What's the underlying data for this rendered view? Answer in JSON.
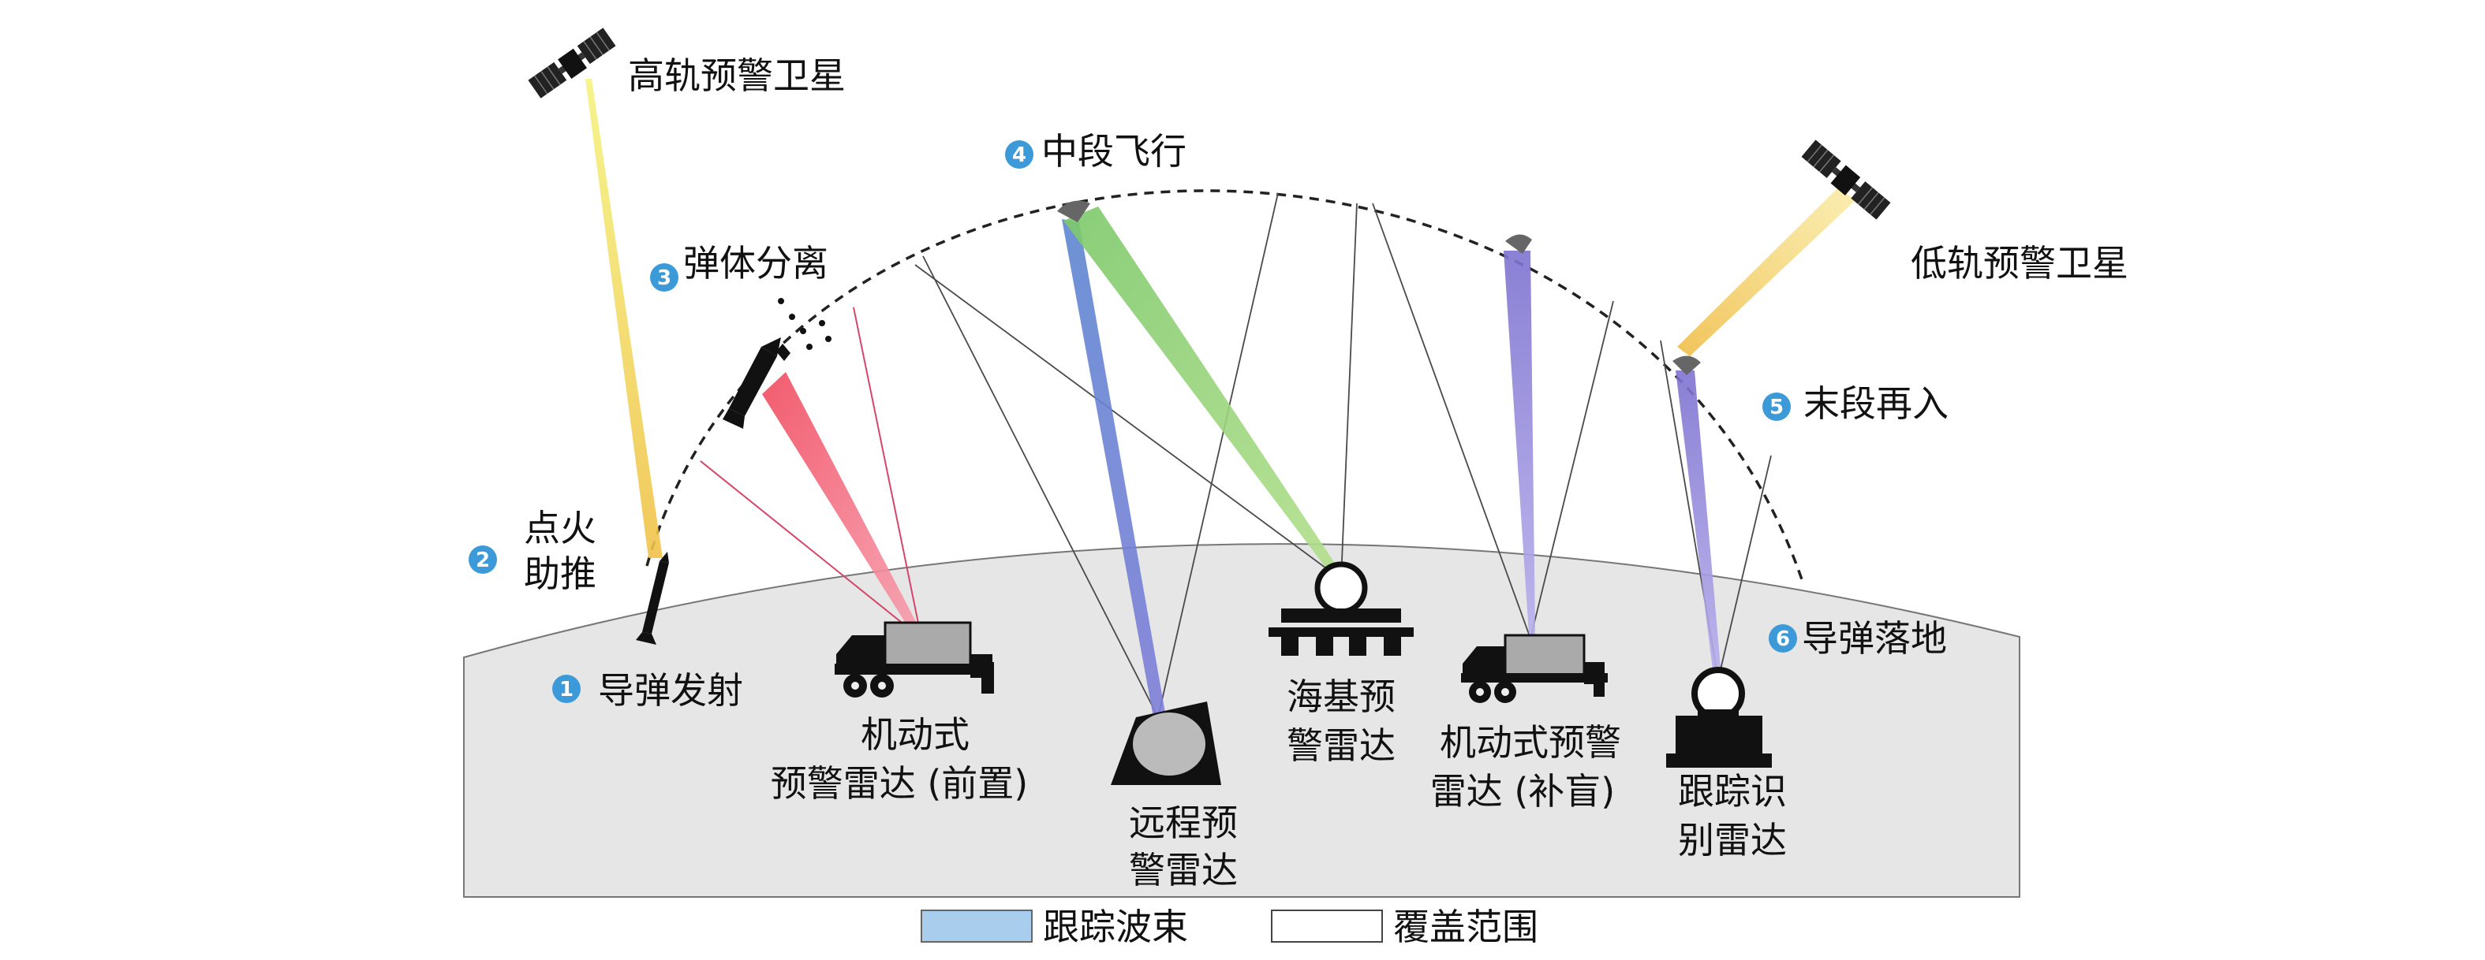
{
  "stages": [
    {
      "num": "1",
      "label": "导弹发射"
    },
    {
      "num": "2",
      "label_lines": [
        "点火",
        "助推"
      ]
    },
    {
      "num": "3",
      "label": "弹体分离"
    },
    {
      "num": "4",
      "label": "中段飞行"
    },
    {
      "num": "5",
      "label": "末段再入"
    },
    {
      "num": "6",
      "label": "导弹落地"
    }
  ],
  "satellites": {
    "high": {
      "label": "高轨预警卫星"
    },
    "low": {
      "label": "低轨预警卫星"
    }
  },
  "radars": {
    "mobile_forward": {
      "lines": [
        "机动式",
        "预警雷达 (前置)"
      ]
    },
    "long_range": {
      "lines": [
        "远程预",
        "警雷达"
      ]
    },
    "sea_based": {
      "lines": [
        "海基预",
        "警雷达"
      ]
    },
    "mobile_gap": {
      "lines": [
        "机动式预警",
        "雷达 (补盲)"
      ]
    },
    "tracking": {
      "lines": [
        "跟踪识",
        "别雷达"
      ]
    }
  },
  "legend": {
    "beam": "跟踪波束",
    "coverage": "覆盖范围"
  },
  "colors": {
    "ground": "#e6e6e6",
    "stage_badge": "#3c9ad8",
    "beam_red": "#e83a5a",
    "beam_blue": "#6a82cc",
    "beam_green": "#86c96a",
    "beam_purple": "#8a7fd4",
    "beam_yellow": "#f0c84a",
    "legend_beam": "#a9cdec"
  }
}
